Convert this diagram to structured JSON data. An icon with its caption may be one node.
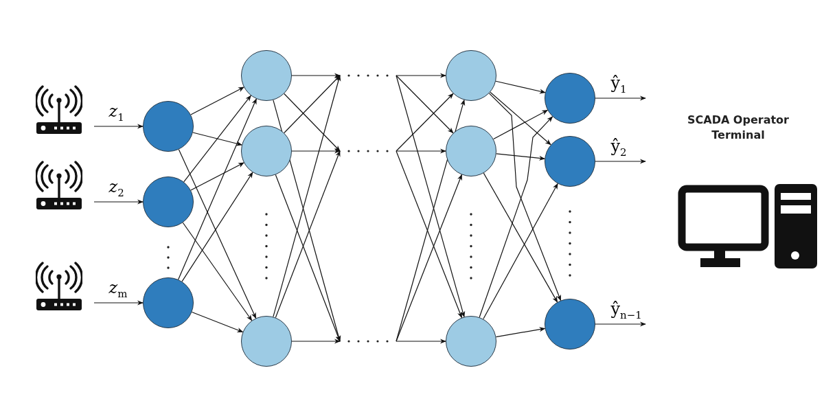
{
  "diagram": {
    "nodes": [
      {
        "text": [],
        "shape": "picture"
      },
      {
        "text": [],
        "shape": "picture"
      },
      {
        "text": [],
        "shape": "picture"
      },
      {
        "text": [],
        "shape": "circle"
      },
      {
        "text": [],
        "shape": "circle"
      },
      {
        "text": [],
        "shape": "circle"
      },
      {
        "text": [],
        "shape": "circle"
      },
      {
        "text": [],
        "shape": "circle"
      },
      {
        "text": [],
        "shape": "circle"
      },
      {
        "text": [],
        "shape": "circle"
      },
      {
        "text": [],
        "shape": "circle"
      },
      {
        "text": [],
        "shape": "circle"
      },
      {
        "text": [],
        "shape": "circle"
      },
      {
        "text": [],
        "shape": "circle"
      },
      {
        "text": [],
        "shape": "circle"
      }
    ],
    "edges": [
      {
        "from": 0,
        "to": 3,
        "arrow": "to",
        "label": "*z*$_{1}$"
      },
      {
        "from": 1,
        "to": 4,
        "arrow": "to",
        "label": "*z*$_{2}$"
      },
      {
        "from": 2,
        "to": 5,
        "arrow": "to",
        "label": "*z*$_{m}$"
      },
      {
        "from": 3,
        "to": 6,
        "arrow": "to"
      },
      {
        "from": 3,
        "to": 7,
        "arrow": "to"
      },
      {
        "from": 3,
        "to": 8,
        "arrow": "to"
      },
      {
        "from": 4,
        "to": 6,
        "arrow": "to"
      },
      {
        "from": 4,
        "to": 7,
        "arrow": "to"
      },
      {
        "from": 4,
        "to": 8,
        "arrow": "to"
      },
      {
        "from": 5,
        "to": 6,
        "arrow": "to"
      },
      {
        "from": 5,
        "to": 7,
        "arrow": "to"
      },
      {
        "from": 5,
        "to": 8,
        "arrow": "to"
      },
      {
        "from": 6,
        "to": null,
        "arrow": "to"
      },
      {
        "from": 6,
        "to": null,
        "arrow": "to"
      },
      {
        "from": 6,
        "to": null,
        "arrow": "to"
      },
      {
        "from": 7,
        "to": null,
        "arrow": "to"
      },
      {
        "from": 7,
        "to": null,
        "arrow": "to"
      },
      {
        "from": 7,
        "to": null,
        "arrow": "to"
      },
      {
        "from": 8,
        "to": null,
        "arrow": "to"
      },
      {
        "from": 8,
        "to": null,
        "arrow": "to"
      },
      {
        "from": 8,
        "to": null,
        "arrow": "to"
      },
      {
        "from": null,
        "to": 9,
        "arrow": "to"
      },
      {
        "from": null,
        "to": 10,
        "arrow": "to"
      },
      {
        "from": null,
        "to": 11,
        "arrow": "to"
      },
      {
        "from": null,
        "to": 9,
        "arrow": "to"
      },
      {
        "from": null,
        "to": 10,
        "arrow": "to"
      },
      {
        "from": null,
        "to": 11,
        "arrow": "to"
      },
      {
        "from": null,
        "to": 9,
        "arrow": "to"
      },
      {
        "from": null,
        "to": 10,
        "arrow": "to"
      },
      {
        "from": null,
        "to": 11,
        "arrow": "to"
      },
      {
        "from": 9,
        "to": 12,
        "arrow": "to"
      },
      {
        "from": 9,
        "to": 13,
        "arrow": "to"
      },
      {
        "from": 9,
        "to": 14,
        "arrow": "to"
      },
      {
        "from": 10,
        "to": 12,
        "arrow": "to"
      },
      {
        "from": 10,
        "to": 13,
        "arrow": "to"
      },
      {
        "from": 10,
        "to": 14,
        "arrow": "to"
      },
      {
        "from": 11,
        "to": 12,
        "arrow": "to"
      },
      {
        "from": 11,
        "to": 13,
        "arrow": "to"
      },
      {
        "from": 11,
        "to": 14,
        "arrow": "to"
      },
      {
        "from": 12,
        "to": null,
        "arrow": "to",
        "label": "ŷ$_{1}$"
      },
      {
        "from": 13,
        "to": null,
        "arrow": "to",
        "label": "ŷ$_{2}$"
      },
      {
        "from": 14,
        "to": null,
        "arrow": "to",
        "label": "ŷ$_{n−1}$"
      }
    ],
    "labels": [
      "SCADA Operator Terminal"
    ]
  }
}
